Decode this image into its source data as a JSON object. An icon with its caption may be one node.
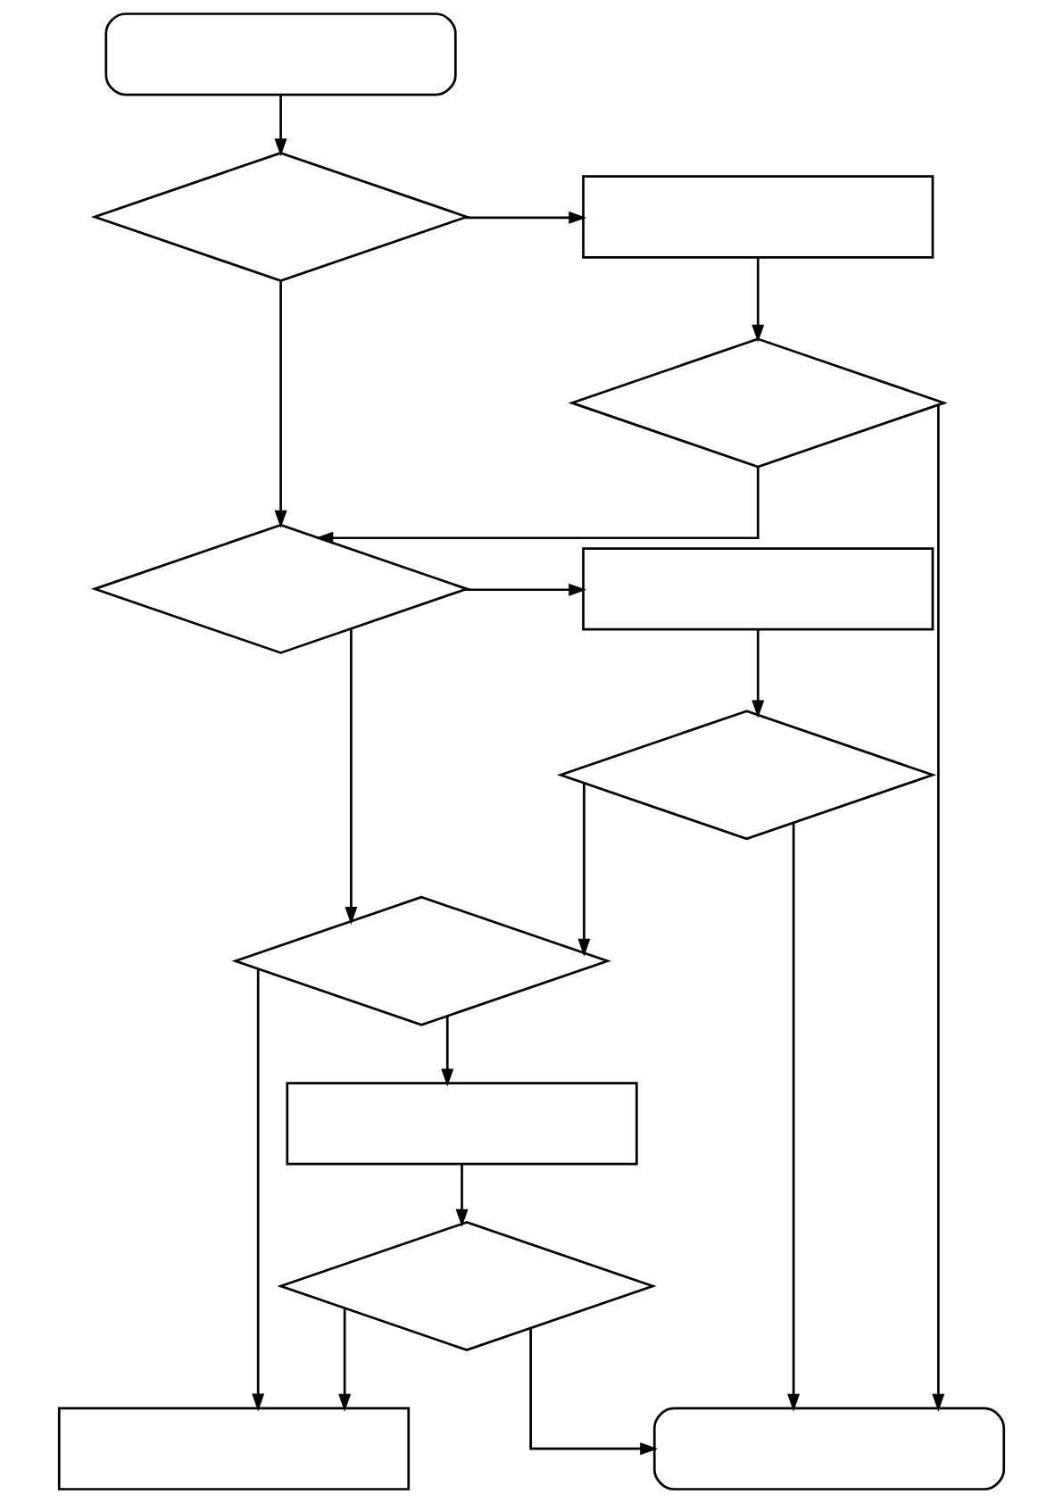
{
  "diagram": {
    "nodes": [
      {
        "text": [],
        "shape": "box"
      },
      {
        "text": [],
        "shape": "diamond"
      },
      {
        "text": [],
        "shape": "box"
      },
      {
        "text": [],
        "shape": "diamond"
      },
      {
        "text": [],
        "shape": "diamond"
      },
      {
        "text": [],
        "shape": "box"
      },
      {
        "text": [],
        "shape": "diamond"
      },
      {
        "text": [],
        "shape": "diamond"
      },
      {
        "text": [],
        "shape": "box"
      },
      {
        "text": [],
        "shape": "diamond"
      },
      {
        "text": [],
        "shape": "box"
      },
      {
        "text": [],
        "shape": "box"
      }
    ],
    "edges": [
      {
        "from": 0,
        "to": 1,
        "arrow": "to"
      },
      {
        "from": 1,
        "to": 2,
        "arrow": "to"
      },
      {
        "from": 2,
        "to": 3,
        "arrow": "to"
      },
      {
        "from": 3,
        "to": 4,
        "arrow": "to"
      },
      {
        "from": 1,
        "to": 4,
        "arrow": "to"
      },
      {
        "from": 3,
        "to": 11,
        "arrow": "to"
      },
      {
        "from": 4,
        "to": 5,
        "arrow": "to"
      },
      {
        "from": 5,
        "to": 6,
        "arrow": "to"
      },
      {
        "from": 6,
        "to": 7,
        "arrow": "to"
      },
      {
        "from": 4,
        "to": 7,
        "arrow": "to"
      },
      {
        "from": 6,
        "to": 11,
        "arrow": "to"
      },
      {
        "from": 7,
        "to": 8,
        "arrow": "to"
      },
      {
        "from": 8,
        "to": 9,
        "arrow": "to"
      },
      {
        "from": 9,
        "to": 10,
        "arrow": "to"
      },
      {
        "from": 7,
        "to": 10,
        "arrow": "to"
      },
      {
        "from": 9,
        "to": 11,
        "arrow": "to"
      }
    ]
  }
}
